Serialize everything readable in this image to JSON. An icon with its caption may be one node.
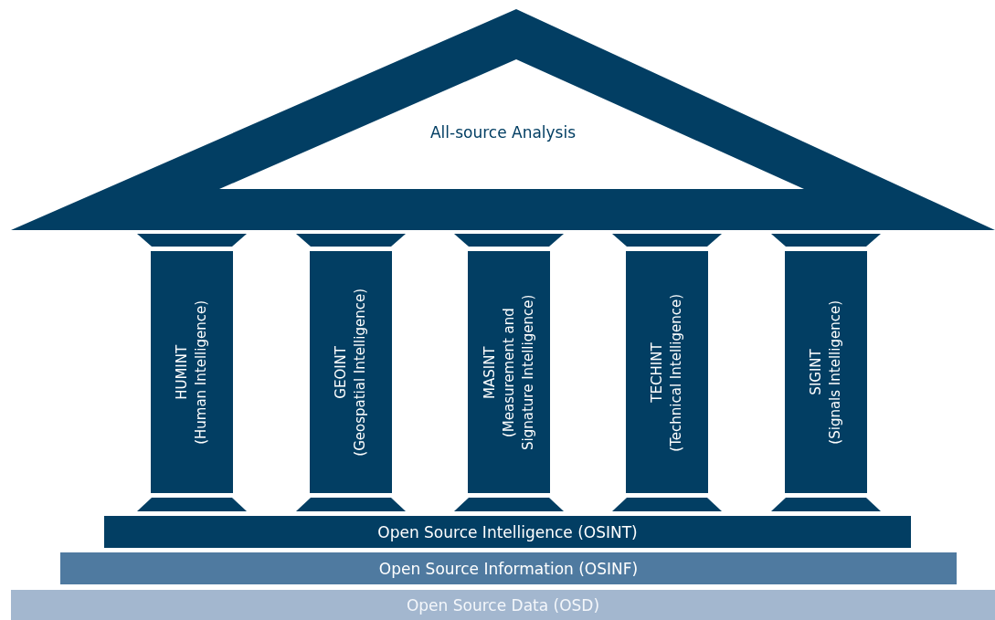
{
  "diagram": {
    "nodes": [
      {
        "text": [
          "All-source Analysis"
        ]
      },
      {
        "text": [
          "HUMINT",
          "(Human Intelligence)"
        ]
      },
      {
        "text": [
          "GEOINT",
          "(Geospatial Intelligence)"
        ]
      },
      {
        "text": [
          "MASINT",
          "(Measurement and Signature Intelligence)"
        ]
      },
      {
        "text": [
          "TECHINT",
          "(Technical Intelligence)"
        ]
      },
      {
        "text": [
          "SIGINT",
          "(Signals Intelligence)"
        ]
      },
      {
        "text": [
          "Open Source Intelligence (OSINT)"
        ]
      },
      {
        "text": [
          "Open Source Information (OSINF)"
        ]
      },
      {
        "text": [
          "Open Source Data (OSD)"
        ]
      }
    ],
    "edges": []
  }
}
